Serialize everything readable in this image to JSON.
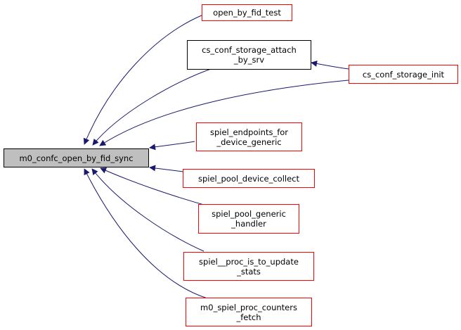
{
  "graph": {
    "type": "call-graph",
    "edge_color": "#191970",
    "focus_node": {
      "id": "m0_confc_open_by_fid_sync",
      "label": "m0_confc_open_by_fid_sync",
      "fill": "#bfbfbf",
      "border": "#000000"
    },
    "nodes": [
      {
        "id": "open_by_fid_test",
        "label": "open_by_fid_test",
        "border": "#ff0000"
      },
      {
        "id": "cs_conf_storage_attach_by_srv",
        "label": "cs_conf_storage_attach\n_by_srv",
        "border": "#000000"
      },
      {
        "id": "cs_conf_storage_init",
        "label": "cs_conf_storage_init",
        "border": "#ff0000"
      },
      {
        "id": "spiel_endpoints_for_device_generic",
        "label": "spiel_endpoints_for\n_device_generic",
        "border": "#ff0000"
      },
      {
        "id": "spiel_pool_device_collect",
        "label": "spiel_pool_device_collect",
        "border": "#ff0000"
      },
      {
        "id": "spiel_pool_generic_handler",
        "label": "spiel_pool_generic\n_handler",
        "border": "#ff0000"
      },
      {
        "id": "spiel__proc_is_to_update_stats",
        "label": "spiel__proc_is_to_update\n_stats",
        "border": "#ff0000"
      },
      {
        "id": "m0_spiel_proc_counters_fetch",
        "label": "m0_spiel_proc_counters\n_fetch",
        "border": "#ff0000"
      }
    ],
    "edges": [
      {
        "from": "open_by_fid_test",
        "to": "m0_confc_open_by_fid_sync"
      },
      {
        "from": "cs_conf_storage_attach_by_srv",
        "to": "m0_confc_open_by_fid_sync"
      },
      {
        "from": "cs_conf_storage_init",
        "to": "m0_confc_open_by_fid_sync"
      },
      {
        "from": "cs_conf_storage_init",
        "to": "cs_conf_storage_attach_by_srv"
      },
      {
        "from": "spiel_endpoints_for_device_generic",
        "to": "m0_confc_open_by_fid_sync"
      },
      {
        "from": "spiel_pool_device_collect",
        "to": "m0_confc_open_by_fid_sync"
      },
      {
        "from": "spiel_pool_generic_handler",
        "to": "m0_confc_open_by_fid_sync"
      },
      {
        "from": "spiel__proc_is_to_update_stats",
        "to": "m0_confc_open_by_fid_sync"
      },
      {
        "from": "m0_spiel_proc_counters_fetch",
        "to": "m0_confc_open_by_fid_sync"
      }
    ]
  }
}
